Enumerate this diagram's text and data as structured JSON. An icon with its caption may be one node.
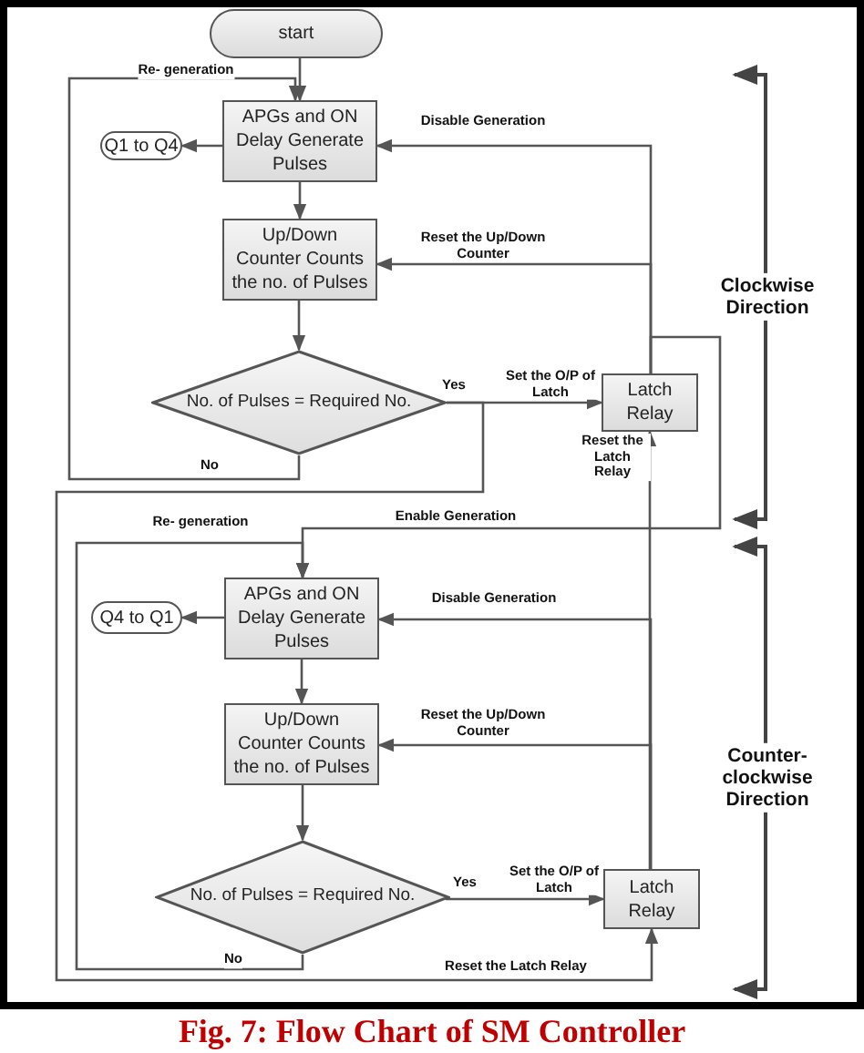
{
  "diagram": {
    "caption": "Fig. 7: Flow Chart of SM Controller",
    "nodes": [
      {
        "text": [
          "start"
        ]
      },
      {
        "text": [
          "APGs and ON Delay Generate Pulses"
        ]
      },
      {
        "text": [
          "Q1 to Q4"
        ]
      },
      {
        "text": [
          "Up/Down Counter Counts the no. of Pulses"
        ]
      },
      {
        "text": [
          "No. of Pulses = Required No."
        ]
      },
      {
        "text": [
          "Latch Relay"
        ]
      },
      {
        "text": [
          "APGs and ON Delay Generate Pulses"
        ]
      },
      {
        "text": [
          "Q4 to Q1"
        ]
      },
      {
        "text": [
          "Up/Down Counter Counts the no. of Pulses"
        ]
      },
      {
        "text": [
          "No. of Pulses = Required No."
        ]
      },
      {
        "text": [
          "Latch Relay"
        ]
      }
    ],
    "edges": [
      {
        "from": 0,
        "to": 1,
        "arrow": "to"
      },
      {
        "from": 4,
        "to": 1,
        "arrow": "to",
        "label": "Re- generation"
      },
      {
        "from": 1,
        "to": 2,
        "arrow": "to"
      },
      {
        "from": 5,
        "to": 1,
        "arrow": "to",
        "label": "Disable Generation"
      },
      {
        "from": 1,
        "to": 3,
        "arrow": "to"
      },
      {
        "from": 5,
        "to": 3,
        "arrow": "to",
        "label": "Reset the Up/Down Counter"
      },
      {
        "from": 3,
        "to": 4,
        "arrow": "to"
      },
      {
        "from": 4,
        "to": 5,
        "arrow": "to",
        "label": "Set the O/P of Latch"
      },
      {
        "from": 10,
        "to": 5,
        "arrow": "to",
        "label": "Reset the Latch Relay"
      },
      {
        "from": 5,
        "to": 6,
        "arrow": "to",
        "label": "Enable Generation"
      },
      {
        "from": 9,
        "to": 6,
        "arrow": "to",
        "label": "Re- generation"
      },
      {
        "from": 6,
        "to": 7,
        "arrow": "to"
      },
      {
        "from": 10,
        "to": 6,
        "arrow": "to",
        "label": "Disable Generation"
      },
      {
        "from": 6,
        "to": 8,
        "arrow": "to"
      },
      {
        "from": 10,
        "to": 8,
        "arrow": "to",
        "label": "Reset the Up/Down Counter"
      },
      {
        "from": 8,
        "to": 9,
        "arrow": "to"
      },
      {
        "from": 9,
        "to": 10,
        "arrow": "to",
        "label": "Set the O/P of Latch"
      },
      {
        "from": 4,
        "to": 10,
        "arrow": "to",
        "label": "Reset the Latch Relay"
      }
    ],
    "labels": [
      "Clockwise Direction",
      "Yes",
      "No",
      "Counter-clockwise Direction",
      "Yes",
      "No"
    ]
  }
}
